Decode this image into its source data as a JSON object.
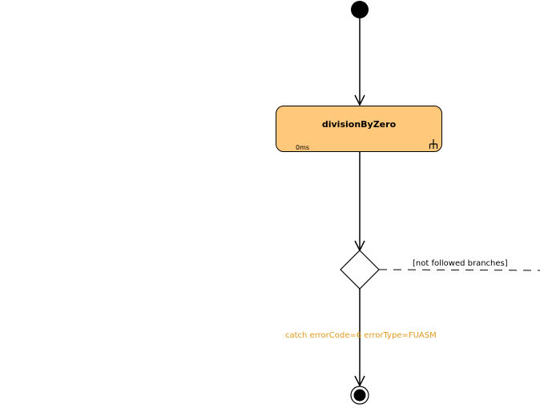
{
  "diagram": {
    "action": {
      "name": "divisionByZero",
      "duration": "0ms",
      "icon": "call-behavior-fork-icon"
    },
    "decision": {
      "guard": "catch errorCode=6 errorType=FUASM",
      "unfollowed_label": "[not followed branches]"
    },
    "colors": {
      "action_fill": "#ffc87a",
      "guard_text": "#e09a1c",
      "line": "#000000"
    }
  }
}
